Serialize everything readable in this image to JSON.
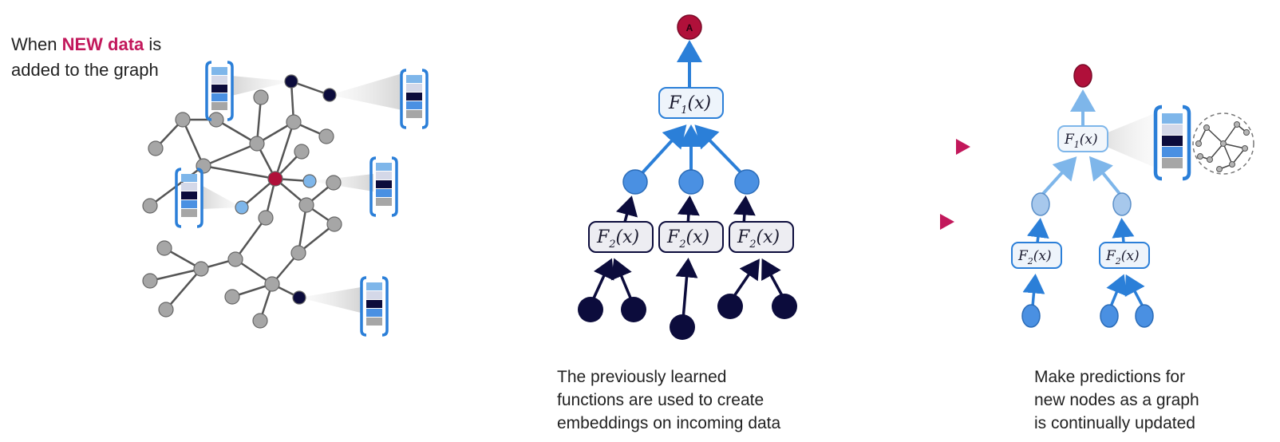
{
  "left_caption": {
    "prefix": "When ",
    "highlight": "NEW data",
    "suffix": " is",
    "line2": "added to the graph"
  },
  "middle_caption": [
    "The previously learned",
    "functions are used to create",
    "embeddings on incoming data"
  ],
  "right_caption": [
    "Make predictions for",
    "new nodes as a graph",
    "is continually updated"
  ],
  "nodes": {
    "root_label": "A",
    "f1_label_main": "F",
    "f1_sub": "1",
    "f2_label_main": "F",
    "f2_sub": "2",
    "arg": "(x)"
  },
  "colors": {
    "highlight": "#c2185b",
    "node_gray": "#a6a6a6",
    "node_dark": "#0c0c3c",
    "node_blue": "#4a90e2",
    "node_light_blue": "#7eb6ea",
    "node_red": "#b0103a",
    "arrow_blue": "#2b7fd8"
  }
}
